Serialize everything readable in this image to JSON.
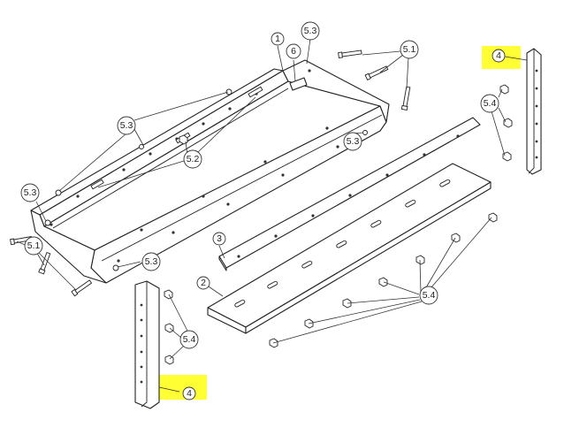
{
  "callouts": {
    "c1": "1",
    "c2": "2",
    "c3": "3",
    "c6": "6",
    "c51_top": "5.1",
    "c51_left": "5.1",
    "c52": "5.2",
    "c53_top": "5.3",
    "c53_left_upper": "5.3",
    "c53_right": "5.3",
    "c53_left": "5.3",
    "c53_bottom": "5.3",
    "c54_right": "5.4",
    "c54_center": "5.4",
    "c54_lower": "5.4",
    "c4_top": "4",
    "c4_bottom": "4"
  },
  "colors": {
    "highlight": "#ffff33",
    "line": "#222222"
  }
}
